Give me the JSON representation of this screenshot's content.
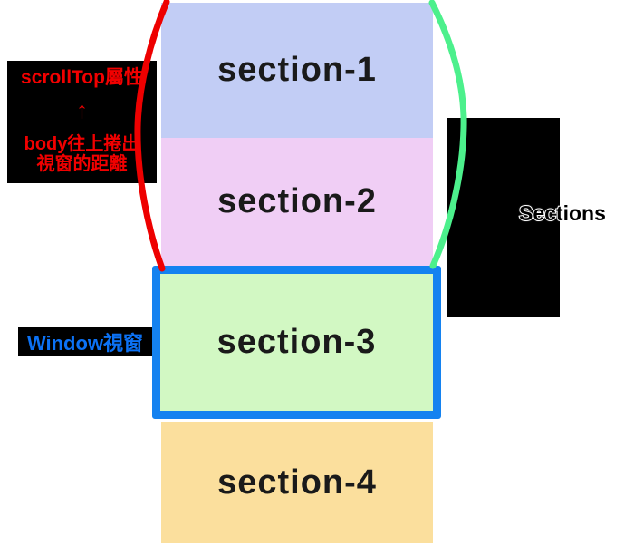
{
  "diagram": {
    "title_semantic": "scrollTop concept diagram",
    "sections": [
      {
        "label": "section-1",
        "bg": "#c2cdf5"
      },
      {
        "label": "section-2",
        "bg": "#f0cef5"
      },
      {
        "label": "section-3",
        "bg": "#d2f8c3"
      },
      {
        "label": "section-4",
        "bg": "#fbdf9d"
      }
    ],
    "viewport": {
      "border_color": "#1482f0"
    },
    "annotations": {
      "scrolltop": {
        "line1": "scrollTop屬性",
        "arrow": "↑",
        "line2": "body往上捲出\n視窗的距離",
        "color": "#f20000",
        "bg": "#000000"
      },
      "window": {
        "text": "Window視窗",
        "color": "#0c72f5",
        "bg": "#000000"
      },
      "sections_range": {
        "text": "Sections",
        "color": "#000000",
        "outline": "#ffffff",
        "bg": "#000000"
      }
    },
    "curves": {
      "left_color": "#ee0000",
      "right_color": "#4cf08c"
    }
  }
}
